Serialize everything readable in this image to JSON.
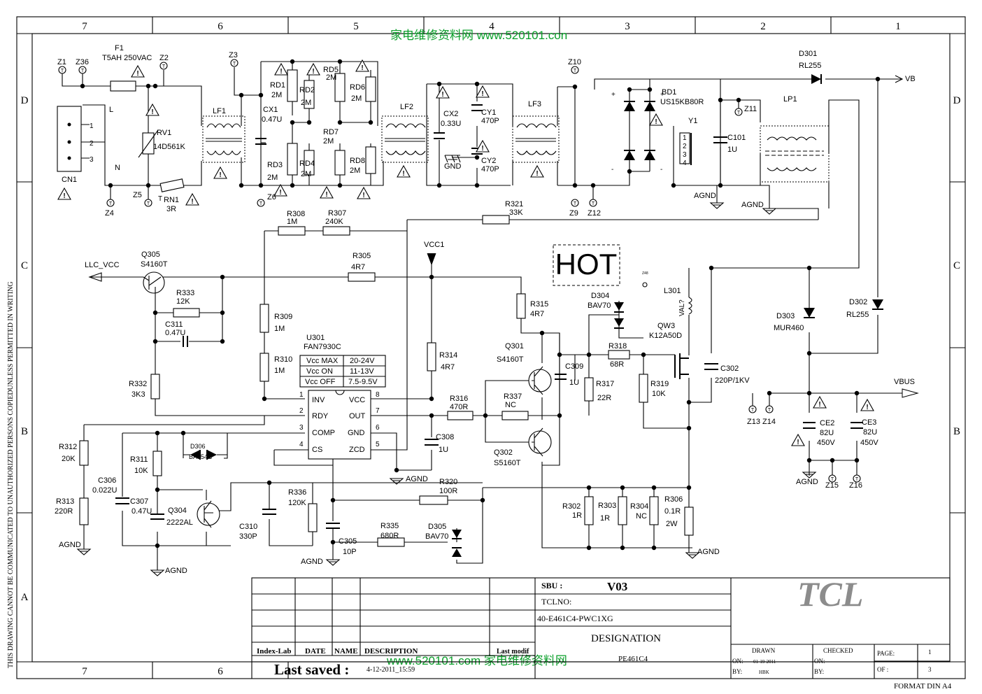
{
  "watermark_top": "家电维修资料网  www.520101.con",
  "watermark_bottom": "www.520101.com  家电维修资料网",
  "hot_label": "HOT",
  "side_text": "THIS DRAWING CANNOT BE COMMUNICATED TO UNAUTHORIZED PERSONS COPIEDUNLESS  PERMITTED IN WRITING",
  "columns": [
    "7",
    "6",
    "5",
    "4",
    "3",
    "2",
    "1"
  ],
  "rows": [
    "D",
    "C",
    "B",
    "A"
  ],
  "labels": {
    "F1": "F1",
    "F1v": "T5AH 250VAC",
    "Z1": "Z1",
    "Z36": "Z36",
    "Z2": "Z2",
    "Z3": "Z3",
    "Z4": "Z4",
    "Z5": "Z5",
    "Z6": "Z6",
    "Z9": "Z9",
    "Z10": "Z10",
    "Z11": "Z11",
    "Z12": "Z12",
    "Z13": "Z13",
    "Z14": "Z14",
    "Z15": "Z15",
    "Z16": "Z16",
    "L": "L",
    "N": "N",
    "CN1": "CN1",
    "p1": "1",
    "p2": "2",
    "p3": "3",
    "RV1": "RV1",
    "RV1v": "14D561K",
    "RN1": "RN1",
    "RN1v": "3R",
    "RN1T": "T",
    "LF1": "LF1",
    "LF2": "LF2",
    "LF3": "LF3",
    "CX1": "CX1",
    "CX1v": "0.47U",
    "CX2": "CX2",
    "CX2v": "0.33U",
    "RD1": "RD1",
    "RD1v": "2M",
    "RD2": "RD2",
    "RD2v": "2M",
    "RD3": "RD3",
    "RD3v": "2M",
    "RD4": "RD4",
    "RD4v": "2M",
    "RD5": "RD5",
    "RD5v": "2M",
    "RD6": "RD6",
    "RD6v": "2M",
    "RD7": "RD7",
    "RD7v": "2M",
    "RD8": "RD8",
    "RD8v": "2M",
    "CY1": "CY1",
    "CY1v": "470P",
    "CY2": "CY2",
    "CY2v": "470P",
    "GND": "GND",
    "BD1": "BD1",
    "BD1v": "US15KB80R",
    "Y1": "Y1",
    "y1": "1",
    "y2": "2",
    "y3": "3",
    "y4": "4",
    "C101": "C101",
    "C101v": "1U",
    "D301": "D301",
    "D301v": "RL255",
    "VB": "VB",
    "LP1": "LP1",
    "AGND": "AGND",
    "R308": "R308",
    "R308v": "1M",
    "R307": "R307",
    "R307v": "240K",
    "R321": "R321",
    "R321v": "33K",
    "VCC1": "VCC1",
    "LLC_VCC": "LLC_VCC",
    "Q305": "Q305",
    "Q305v": "S4160T",
    "R305": "R305",
    "R305v": "4R7",
    "R333": "R333",
    "R333v": "12K",
    "C311": "C311",
    "C311v": "0.47U",
    "R309": "R309",
    "R309v": "1M",
    "R310": "R310",
    "R310v": "1M",
    "R332": "R332",
    "R332v": "3K3",
    "U301": "U301",
    "U301v": "FAN7930C",
    "vmax": "Vcc MAX",
    "vmaxv": "20-24V",
    "von": "Vcc  ON",
    "vonv": "11-13V",
    "voff": "Vcc OFF",
    "voffv": "7.5-9.5V",
    "INV": "INV",
    "RDY": "RDY",
    "COMP": "COMP",
    "CS": "CS",
    "VCC": "VCC",
    "OUT": "OUT",
    "GNDp": "GND",
    "ZCD": "ZCD",
    "n1": "1",
    "n2": "2",
    "n3": "3",
    "n4": "4",
    "n5": "5",
    "n6": "6",
    "n7": "7",
    "n8": "8",
    "R314": "R314",
    "R314v": "4R7",
    "R315": "R315",
    "R315v": "4R7",
    "R316": "R316",
    "R316v": "470R",
    "R337": "R337",
    "R337v": "NC",
    "C308": "C308",
    "C308v": "1U",
    "Q301": "Q301",
    "Q301v": "S4160T",
    "Q302": "Q302",
    "Q302v": "S5160T",
    "C309": "C309",
    "C309v": "1U",
    "D304": "D304",
    "D304v": "BAV70",
    "R318": "R318",
    "R318v": "68R",
    "R317": "R317",
    "R317v": "22R",
    "QW3": "QW3",
    "QW3v": "K12A50D",
    "L301": "L301",
    "L301v": "VAL?",
    "R319": "R319",
    "R319v": "10K",
    "C302": "C302",
    "C302v": "220P/1KV",
    "D303": "D303",
    "D303v": "MUR460",
    "D302": "D302",
    "D302v": "RL255",
    "VBUS": "VBUS",
    "CE2": "CE2",
    "CE2v": "82U",
    "CE2vv": "450V",
    "CE3": "CE3",
    "CE3v": "82U",
    "CE3vv": "450V",
    "R312": "R312",
    "R312v": "20K",
    "R313": "R313",
    "R313v": "220R",
    "C306": "C306",
    "C306v": "0.022U",
    "R311": "R311",
    "R311v": "10K",
    "D306": "D306",
    "D306v": "BAT54C",
    "C307": "C307",
    "C307v": "0.47U",
    "Q304": "Q304",
    "Q304v": "2222AL",
    "C310": "C310",
    "C310v": "330P",
    "R336": "R336",
    "R336v": "120K",
    "C305": "C305",
    "C305v": "10P",
    "R320": "R320",
    "R320v": "100R",
    "R335": "R335",
    "R335v": "680R",
    "D305": "D305",
    "D305v": "BAV70",
    "R302": "R302",
    "R302v": "1R",
    "R303": "R303",
    "R303v": "1R",
    "R304": "R304",
    "R304v": "NC",
    "R306": "R306",
    "R306v": "0.1R",
    "R306vv": "2W",
    "Z48": "Z48"
  },
  "title_block": {
    "sbu_label": "SBU :",
    "sbu_value": "V03",
    "tclno_label": "TCLNO:",
    "tclno_value": "40-E461C4-PWC1XG",
    "designation_label": "DESIGNATION",
    "designation_value": "PE461C4",
    "index_lab": "Index-Lab",
    "date": "DATE",
    "name": "NAME",
    "description": "DESCRIPTION",
    "last_modif": "Last modif",
    "last_saved_label": "Last saved :",
    "last_saved_value": "4-12-2011_15:59",
    "logo": "TCL",
    "drawn": "DRAWN",
    "checked": "CHECKED",
    "on": "ON:",
    "by": "BY:",
    "drawn_on": "01-19-2011",
    "drawn_by": "HBK",
    "page_label": "PAGE:",
    "page_value": "1",
    "of_label": "OF :",
    "of_value": "3",
    "format": "FORMAT DIN A4"
  }
}
